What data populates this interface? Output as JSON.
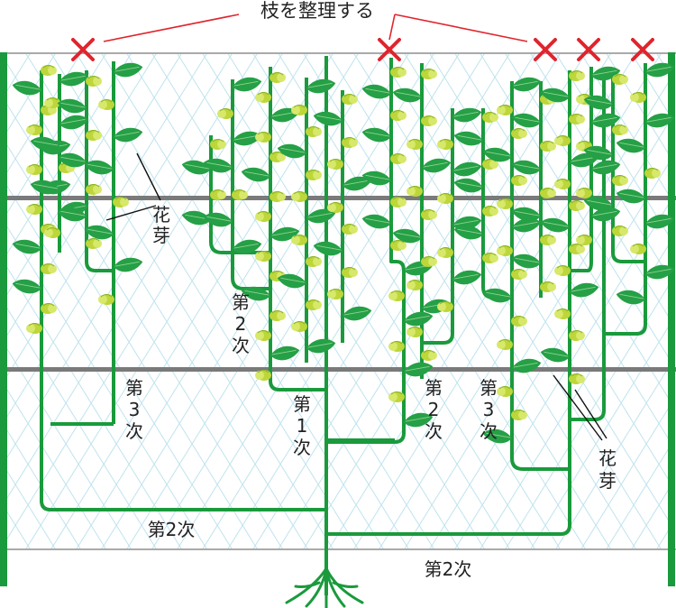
{
  "title": "枝を整理する",
  "labels": {
    "flower_bud": "花芽",
    "secondary": "第2次",
    "primary": "第1次",
    "tertiary": "第3次",
    "second_vert": [
      "第",
      "2",
      "次"
    ],
    "first_vert": [
      "第",
      "1",
      "次"
    ],
    "third_vert": [
      "第",
      "3",
      "次"
    ],
    "bud_vert": [
      "花",
      "芽"
    ]
  },
  "colors": {
    "stem": "#1a9a3c",
    "leaf": "#25a046",
    "bud": "#bdd63a",
    "wire": "#7a7a7a",
    "net": "#bfe3ee",
    "post": "#1a9a3c",
    "cross": "#e0242d",
    "callout": "#e0242d"
  },
  "icons": {
    "prune_mark": "x-mark-icon",
    "leaf": "leaf-icon",
    "bud": "flower-bud-icon",
    "roots": "roots-icon"
  }
}
